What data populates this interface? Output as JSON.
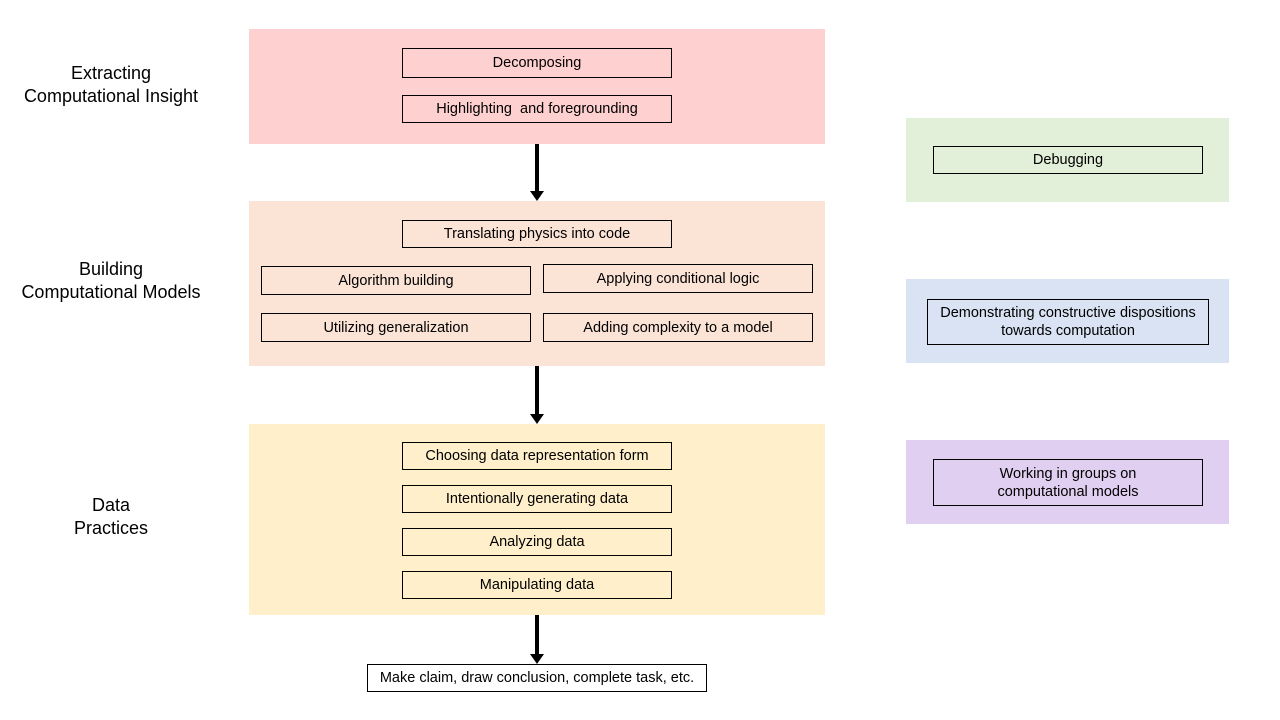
{
  "colors": {
    "insight_panel": "#ffd0d0",
    "models_panel": "#fbe4d6",
    "data_panel": "#fff0cb",
    "debugging_panel": "#e2efd9",
    "dispositions_panel": "#dae3f3",
    "groups_panel": "#e0cff0"
  },
  "rows": {
    "insight": {
      "label_line1": "Extracting",
      "label_line2": "Computational Insight",
      "items": [
        "Decomposing",
        "Highlighting  and foregrounding"
      ]
    },
    "models": {
      "label_line1": "Building",
      "label_line2": "Computational Models",
      "items": [
        "Translating physics into code",
        "Algorithm building",
        "Applying conditional logic",
        "Utilizing generalization",
        "Adding complexity to a model"
      ]
    },
    "data": {
      "label_line1": "Data",
      "label_line2": "Practices",
      "items": [
        "Choosing data representation form",
        "Intentionally generating data",
        "Analyzing data",
        "Manipulating data"
      ]
    }
  },
  "outcome": "Make claim, draw conclusion, complete task, etc.",
  "side": {
    "debugging": "Debugging",
    "dispositions_line1": "Demonstrating constructive dispositions",
    "dispositions_line2": "towards computation",
    "groups_line1": "Working in groups on",
    "groups_line2": "computational models"
  }
}
